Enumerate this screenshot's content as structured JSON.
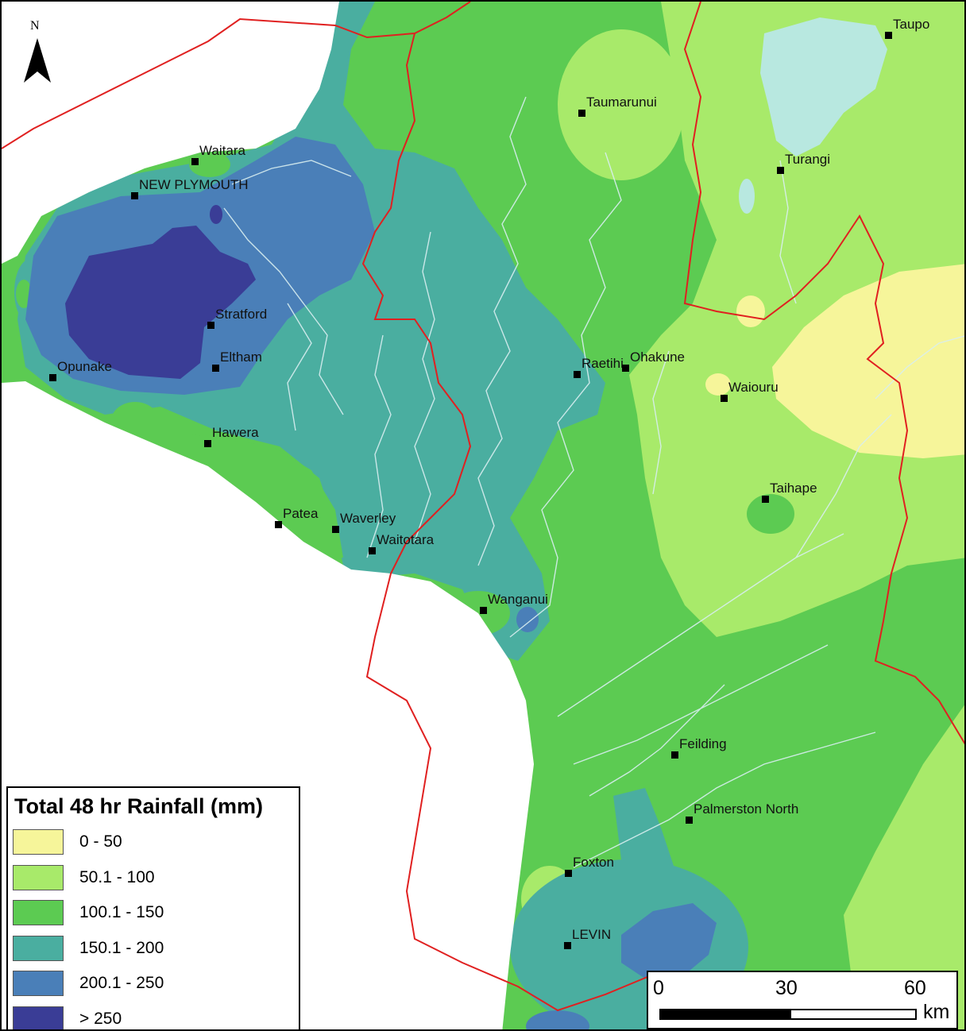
{
  "north": {
    "label": "N"
  },
  "legend": {
    "title": "Total 48 hr Rainfall (mm)",
    "classes": [
      {
        "label": "0 - 50",
        "color": "#f6f59a"
      },
      {
        "label": "50.1 - 100",
        "color": "#a8ea6a"
      },
      {
        "label": "100.1 - 150",
        "color": "#5ccb52"
      },
      {
        "label": "150.1 - 200",
        "color": "#4aaea0"
      },
      {
        "label": "200.1 - 250",
        "color": "#4a7fb8"
      },
      {
        "label": "> 250",
        "color": "#3a3d96"
      }
    ]
  },
  "scale": {
    "ticks": [
      "0",
      "30",
      "60"
    ],
    "unit": "km"
  },
  "colors": {
    "boundary": "#e02020",
    "river": "#d8eef0",
    "lake": "#b8e8e0",
    "sea": "#ffffff"
  },
  "towns": [
    {
      "name": "Taupo"
    },
    {
      "name": "Taumarunui"
    },
    {
      "name": "Turangi"
    },
    {
      "name": "Waitara"
    },
    {
      "name": "NEW PLYMOUTH"
    },
    {
      "name": "Stratford"
    },
    {
      "name": "Eltham"
    },
    {
      "name": "Opunake"
    },
    {
      "name": "Raetihi"
    },
    {
      "name": "Ohakune"
    },
    {
      "name": "Waiouru"
    },
    {
      "name": "Hawera"
    },
    {
      "name": "Taihape"
    },
    {
      "name": "Patea"
    },
    {
      "name": "Waverley"
    },
    {
      "name": "Waitotara"
    },
    {
      "name": "Wanganui"
    },
    {
      "name": "Feilding"
    },
    {
      "name": "Palmerston North"
    },
    {
      "name": "Foxton"
    },
    {
      "name": "LEVIN"
    }
  ]
}
